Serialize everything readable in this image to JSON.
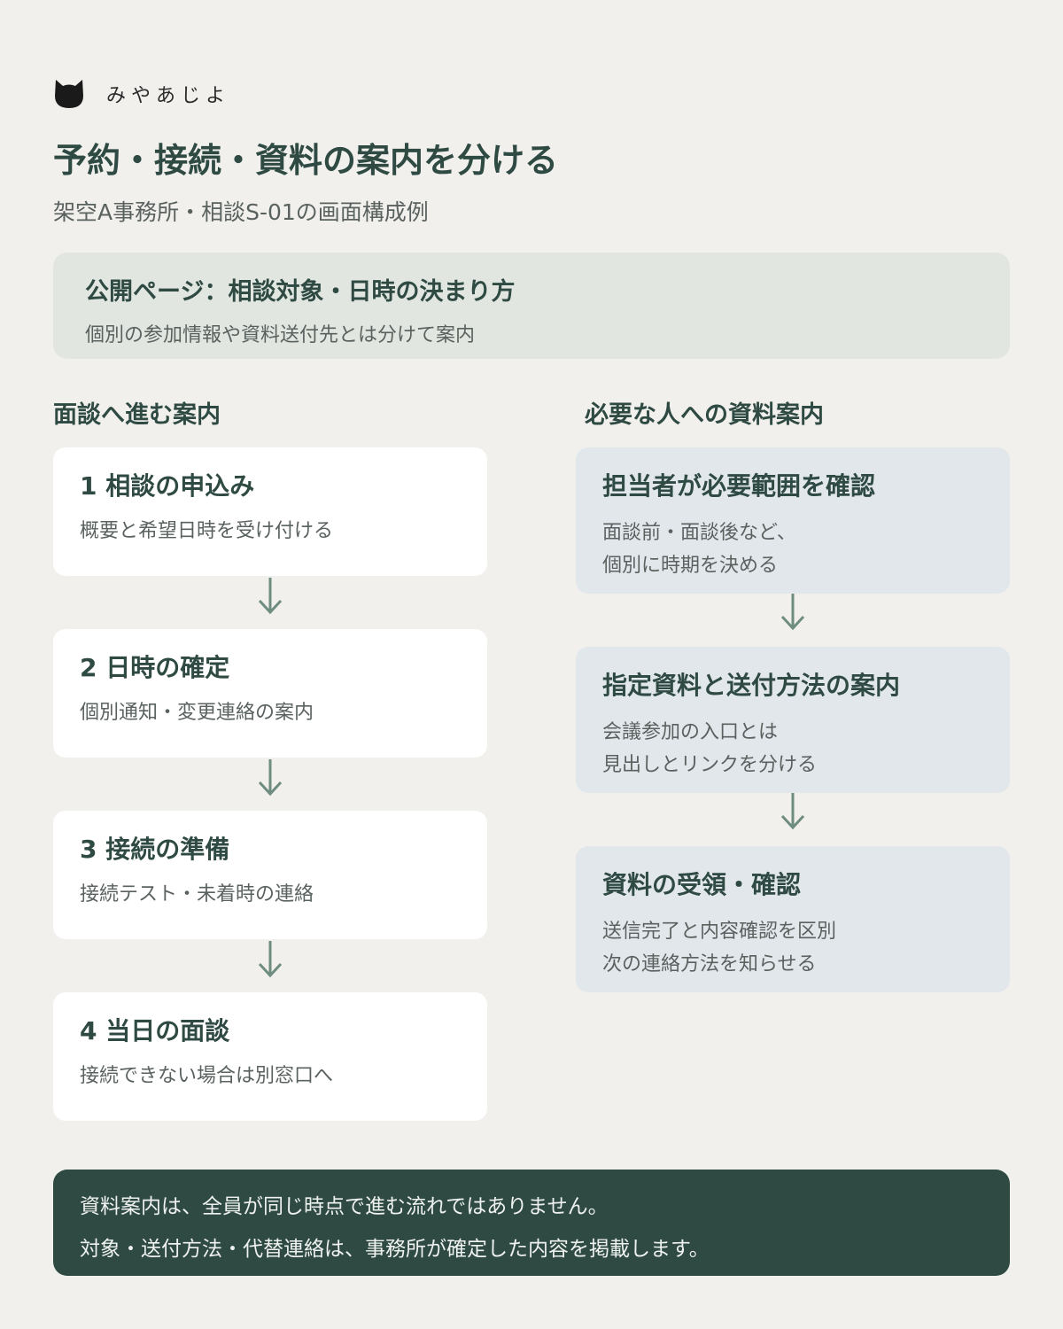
{
  "brand": {
    "name": "みやあじよ",
    "logo_icon": "cat-icon"
  },
  "header": {
    "title": "予約・接続・資料の案内を分ける",
    "subtitle": "架空A事務所・相談S-01の画面構成例"
  },
  "public_page": {
    "title": "公開ページ：相談対象・日時の決まり方",
    "description": "個別の参加情報や資料送付先とは分けて案内"
  },
  "left_column": {
    "heading": "面談へ進む案内",
    "steps": [
      {
        "title": "1 相談の申込み",
        "lines": [
          "概要と希望日時を受け付ける"
        ]
      },
      {
        "title": "2 日時の確定",
        "lines": [
          "個別通知・変更連絡の案内"
        ]
      },
      {
        "title": "3 接続の準備",
        "lines": [
          "接続テスト・未着時の連絡"
        ]
      },
      {
        "title": "4 当日の面談",
        "lines": [
          "接続できない場合は別窓口へ"
        ]
      }
    ]
  },
  "right_column": {
    "heading": "必要な人への資料案内",
    "steps": [
      {
        "title": "担当者が必要範囲を確認",
        "lines": [
          "面談前・面談後など、",
          "個別に時期を決める"
        ]
      },
      {
        "title": "指定資料と送付方法の案内",
        "lines": [
          "会議参加の入口とは",
          "見出しとリンクを分ける"
        ]
      },
      {
        "title": "資料の受領・確認",
        "lines": [
          "送信完了と内容確認を区別",
          "次の連絡方法を知らせる"
        ]
      }
    ]
  },
  "note": {
    "lines": [
      "資料案内は、全員が同じ時点で進む流れではありません。",
      "対象・送付方法・代替連絡は、事務所が確定した内容を掲載します。"
    ]
  },
  "colors": {
    "background": "#f1f0ed",
    "accent_dark": "#2f4a43",
    "public_box": "#e1e6e1",
    "right_cards": "#e2e7ec",
    "arrow": "#6f8c80"
  }
}
